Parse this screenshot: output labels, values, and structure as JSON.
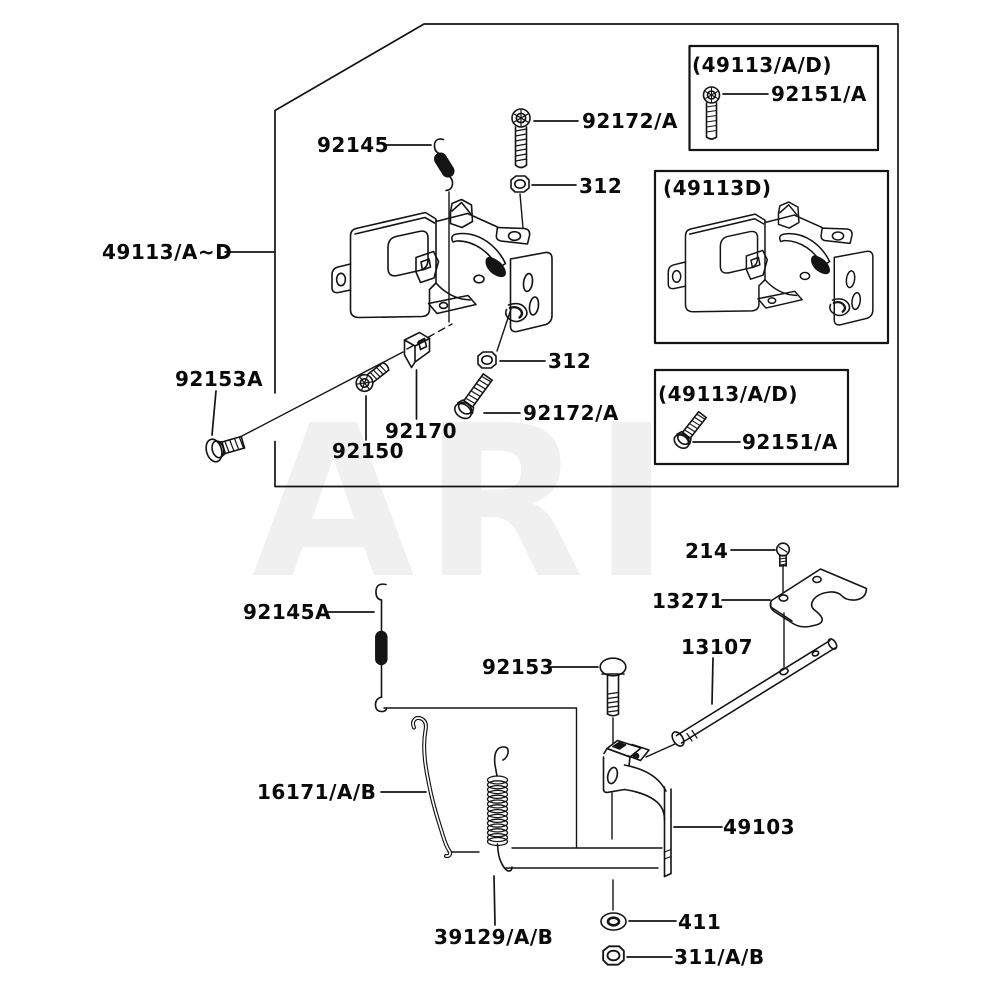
{
  "watermark": "ARI",
  "colors": {
    "line": "#141414",
    "text": "#0a0a0a",
    "watermark": "#f0f0f0",
    "background": "#ffffff"
  },
  "upper_assembly": {
    "group_label": "49113/A~D",
    "callouts": [
      {
        "part": "92145"
      },
      {
        "part": "92172/A"
      },
      {
        "part": "312"
      },
      {
        "part": "92153A"
      },
      {
        "part": "92150"
      },
      {
        "part": "92170"
      },
      {
        "part": "312"
      },
      {
        "part": "92172/A"
      }
    ]
  },
  "insets": [
    {
      "title": "(49113/A/D)",
      "callouts": [
        {
          "part": "92151/A"
        }
      ]
    },
    {
      "title": "(49113D)",
      "callouts": []
    },
    {
      "title": "(49113/A/D)",
      "callouts": [
        {
          "part": "92151/A"
        }
      ]
    }
  ],
  "lower_assembly": {
    "callouts": [
      {
        "part": "214"
      },
      {
        "part": "13271"
      },
      {
        "part": "13107"
      },
      {
        "part": "92145A"
      },
      {
        "part": "92153"
      },
      {
        "part": "16171/A/B"
      },
      {
        "part": "49103"
      },
      {
        "part": "39129/A/B"
      },
      {
        "part": "411"
      },
      {
        "part": "311/A/B"
      }
    ]
  }
}
